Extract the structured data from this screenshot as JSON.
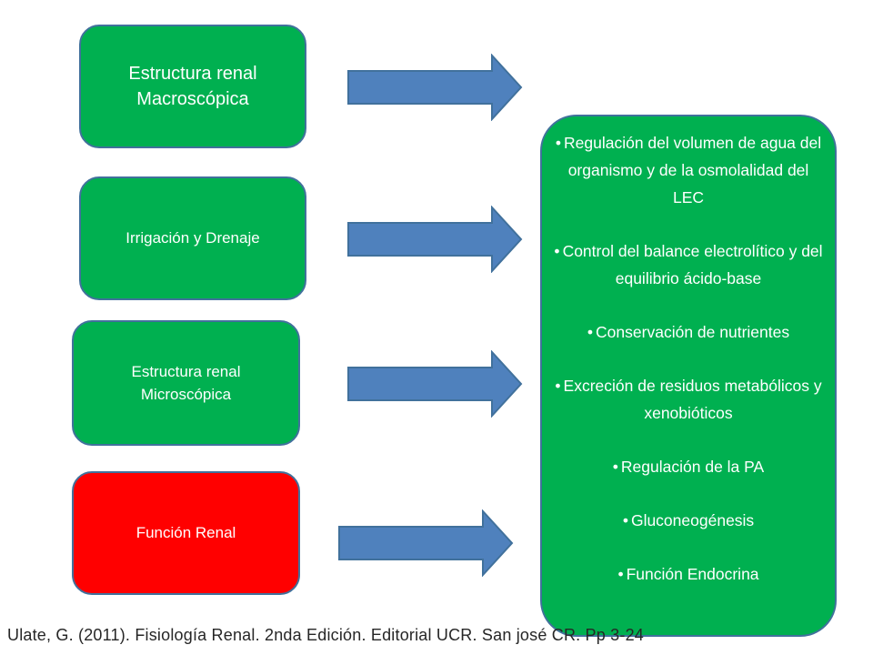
{
  "boxes": [
    {
      "lines": [
        "Estructura renal",
        "Macroscópica"
      ],
      "fill": "#00b050"
    },
    {
      "lines": [
        "Irrigación y Drenaje"
      ],
      "fill": "#00b050"
    },
    {
      "lines": [
        "Estructura renal",
        "Microscópica"
      ],
      "fill": "#00b050"
    },
    {
      "lines": [
        "Función Renal"
      ],
      "fill": "#ff0000"
    }
  ],
  "functions": {
    "bullet": "•",
    "items": [
      "Regulación del volumen de agua del organismo y de la osmolalidad del LEC",
      "Control del balance electrolítico y del equilibrio ácido-base",
      "Conservación de nutrientes",
      "Excreción de residuos metabólicos y xenobióticos",
      "Regulación de la PA",
      "Gluconeogénesis",
      "Función Endocrina"
    ]
  },
  "citation": "Ulate, G. (2011). Fisiología Renal. 2nda Edición. Editorial UCR. San josé CR. Pp 3-24",
  "colors": {
    "box_green": "#00b050",
    "box_red": "#ff0000",
    "border": "#41719c",
    "arrow_fill": "#4f81bd"
  }
}
